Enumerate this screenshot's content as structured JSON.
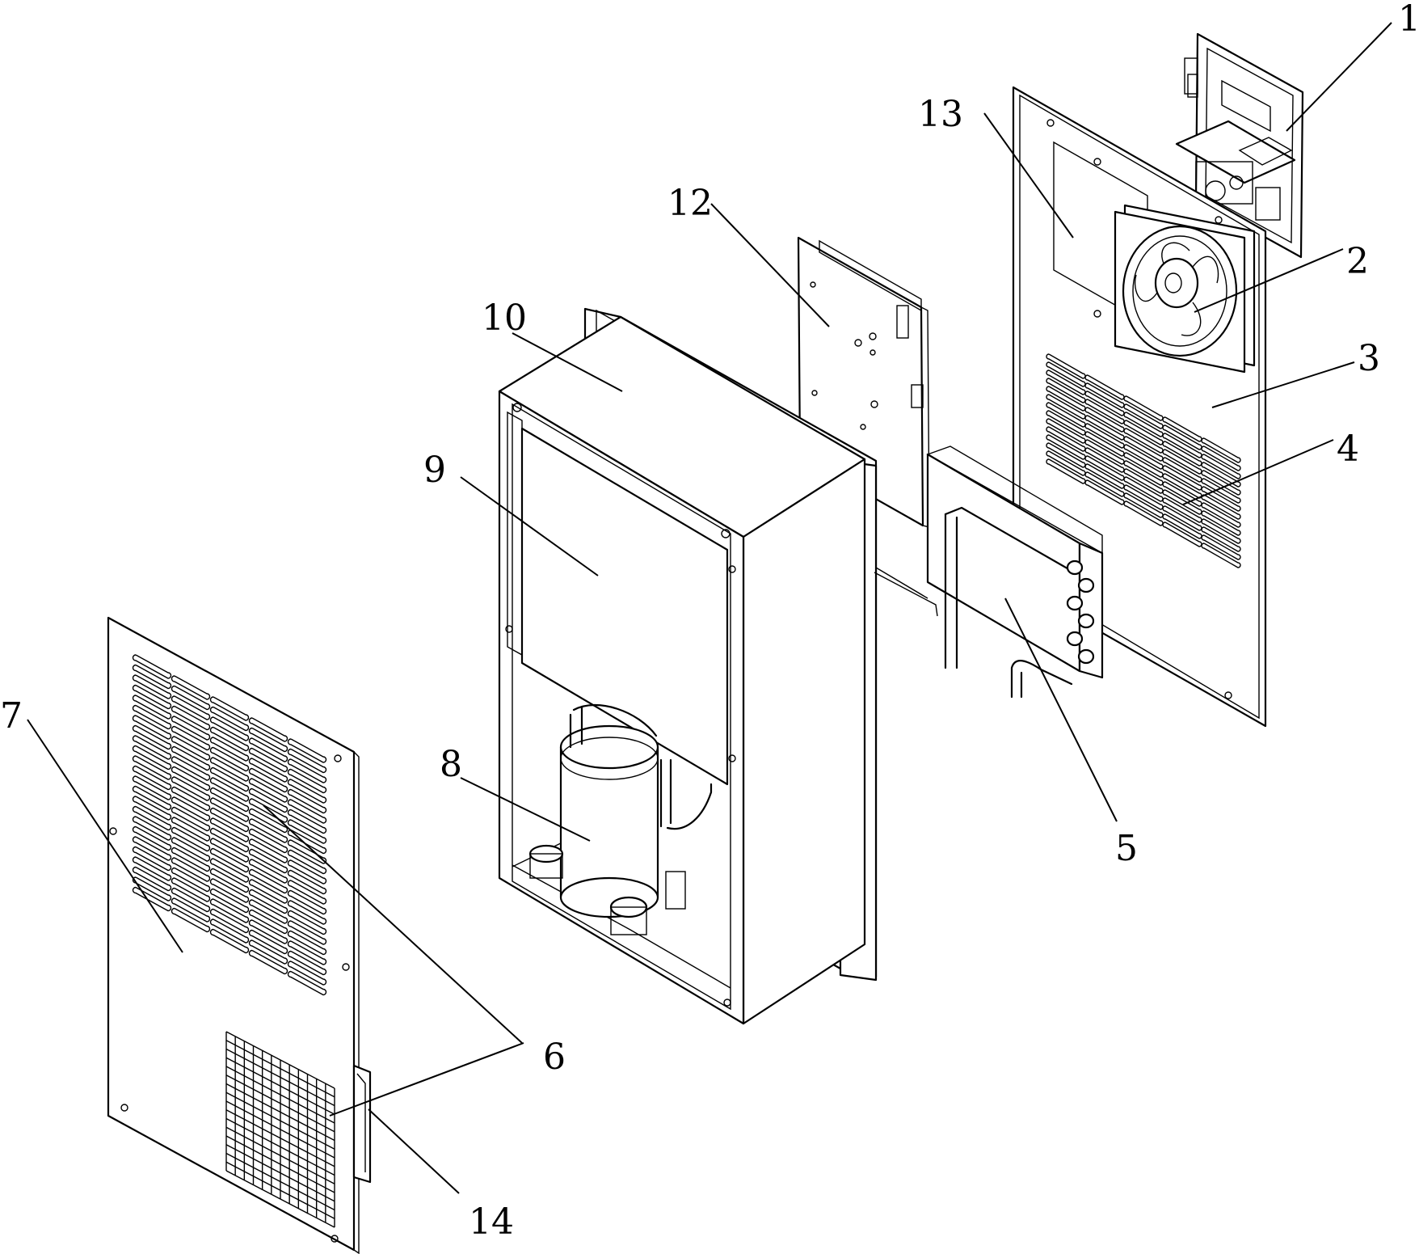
{
  "figure": {
    "callouts": [
      {
        "id": "c1",
        "text": "1"
      },
      {
        "id": "c2",
        "text": "2"
      },
      {
        "id": "c3",
        "text": "3"
      },
      {
        "id": "c4",
        "text": "4"
      },
      {
        "id": "c5",
        "text": "5"
      },
      {
        "id": "c6",
        "text": "6"
      },
      {
        "id": "c7",
        "text": "7"
      },
      {
        "id": "c8",
        "text": "8"
      },
      {
        "id": "c9",
        "text": "9"
      },
      {
        "id": "c10",
        "text": "10"
      },
      {
        "id": "c12",
        "text": "12"
      },
      {
        "id": "c13",
        "text": "13"
      },
      {
        "id": "c14",
        "text": "14"
      }
    ]
  }
}
